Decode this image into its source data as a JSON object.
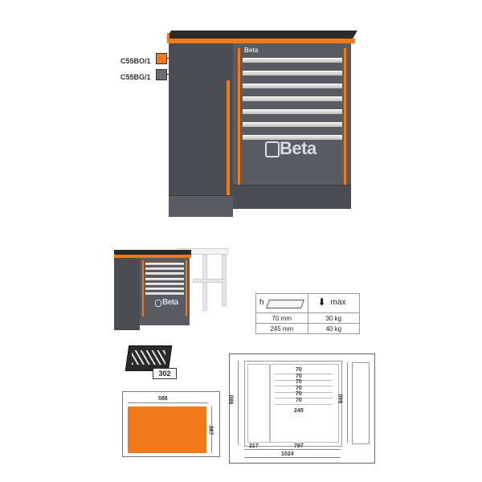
{
  "brand": "Beta",
  "variants": [
    {
      "code": "C55BO/1",
      "color": "#f07a1a"
    },
    {
      "code": "C55BG/1",
      "color": "#6a6c70"
    }
  ],
  "load_table": {
    "col1_header": "h",
    "col2_header": "max",
    "rows": [
      {
        "h": "70 mm",
        "max": "30 kg"
      },
      {
        "h": "245 mm",
        "max": "40 kg"
      }
    ]
  },
  "tray_badge": "302",
  "drawer_liner": {
    "width": "588",
    "depth": "387"
  },
  "dimensions": {
    "height_left": "980",
    "height_right": "940",
    "drawer_heights": [
      "70",
      "70",
      "70",
      "70",
      "70",
      "70"
    ],
    "bottom_drawer": "245",
    "side_width": "217",
    "drawer_unit_width": "797",
    "total_width": "1024"
  },
  "colors": {
    "accent": "#f07a1a",
    "cabinet": "#4b4d52",
    "worktop": "#2b2b2b"
  }
}
